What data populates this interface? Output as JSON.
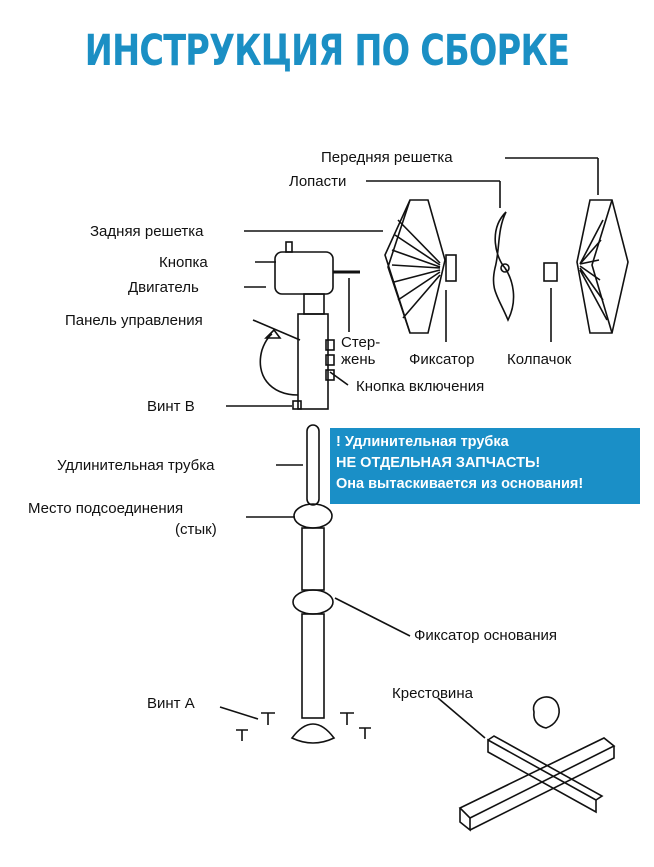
{
  "title": "ИНСТРУКЦИЯ ПО СБОРКЕ",
  "labels": {
    "front_grille": "Передняя решетка",
    "blades": "Лопасти",
    "rear_grille": "Задняя решетка",
    "button": "Кнопка",
    "motor": "Двигатель",
    "control_panel": "Панель управления",
    "rod_1": "Стер-",
    "rod_2": "жень",
    "retainer": "Фиксатор",
    "cap": "Колпачок",
    "power_button": "Кнопка включения",
    "screw_b": "Винт В",
    "extension_tube": "Удлинительная трубка",
    "joint_1": "Место подсоединения",
    "joint_2": "(стык)",
    "base_retainer": "Фиксатор основания",
    "cross_base": "Крестовина",
    "screw_a": "Винт А"
  },
  "note": {
    "line1": "! Удлинительная трубка",
    "line2": "НЕ ОТДЕЛЬНАЯ ЗАПЧАСТЬ!",
    "line3": "Она вытаскивается из основания!",
    "color": "#1a8fc7"
  },
  "colors": {
    "title": "#1b8fc4",
    "line": "#111111"
  }
}
